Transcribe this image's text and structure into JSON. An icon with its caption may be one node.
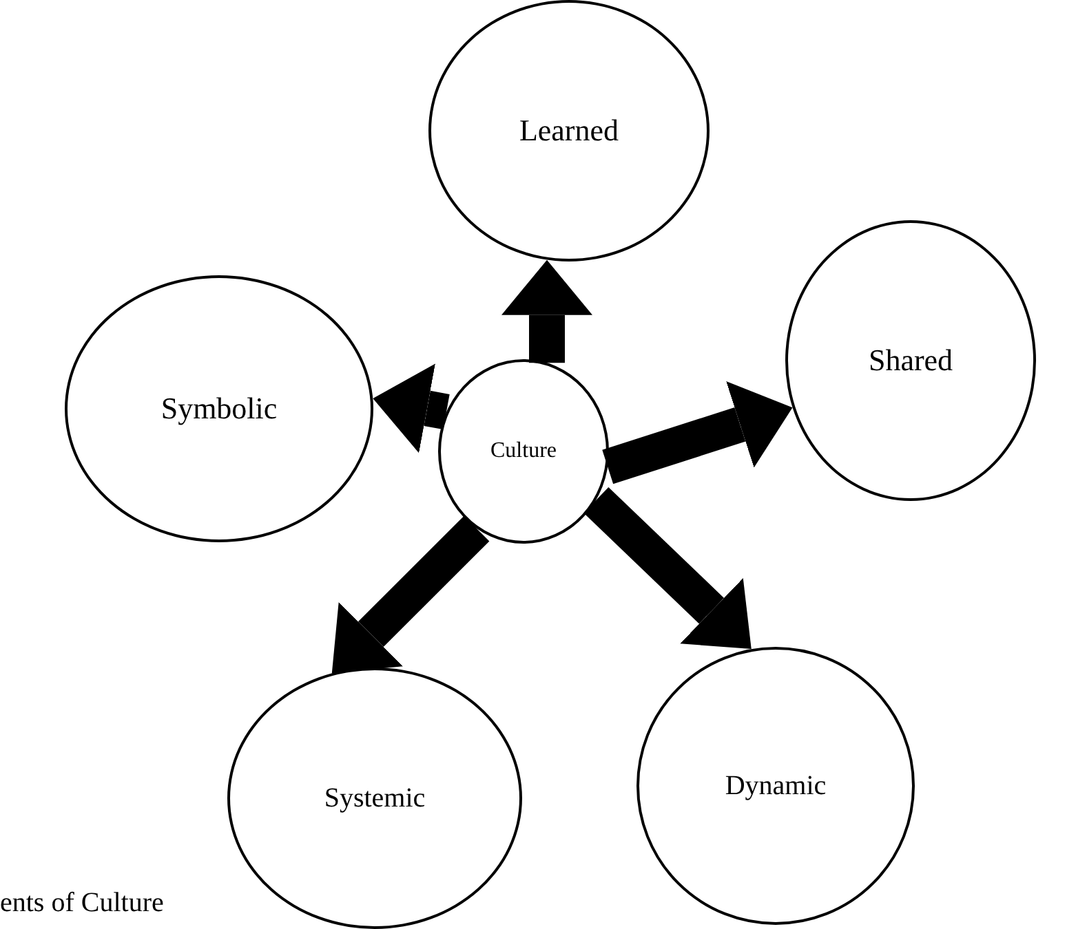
{
  "diagram": {
    "nodes": [
      {
        "text": [
          "Culture"
        ]
      },
      {
        "text": [
          "Learned"
        ]
      },
      {
        "text": [
          "Shared"
        ]
      },
      {
        "text": [
          "Symbolic"
        ]
      },
      {
        "text": [
          "Systemic"
        ]
      },
      {
        "text": [
          "Dynamic"
        ]
      }
    ],
    "edges": [
      {
        "from": 0,
        "to": 1,
        "arrow": "to"
      },
      {
        "from": 0,
        "to": 2,
        "arrow": "to"
      },
      {
        "from": 0,
        "to": 3,
        "arrow": "to"
      },
      {
        "from": 0,
        "to": 4,
        "arrow": "to"
      },
      {
        "from": 0,
        "to": 5,
        "arrow": "to"
      }
    ],
    "labels": [
      "ents of Culture"
    ]
  }
}
